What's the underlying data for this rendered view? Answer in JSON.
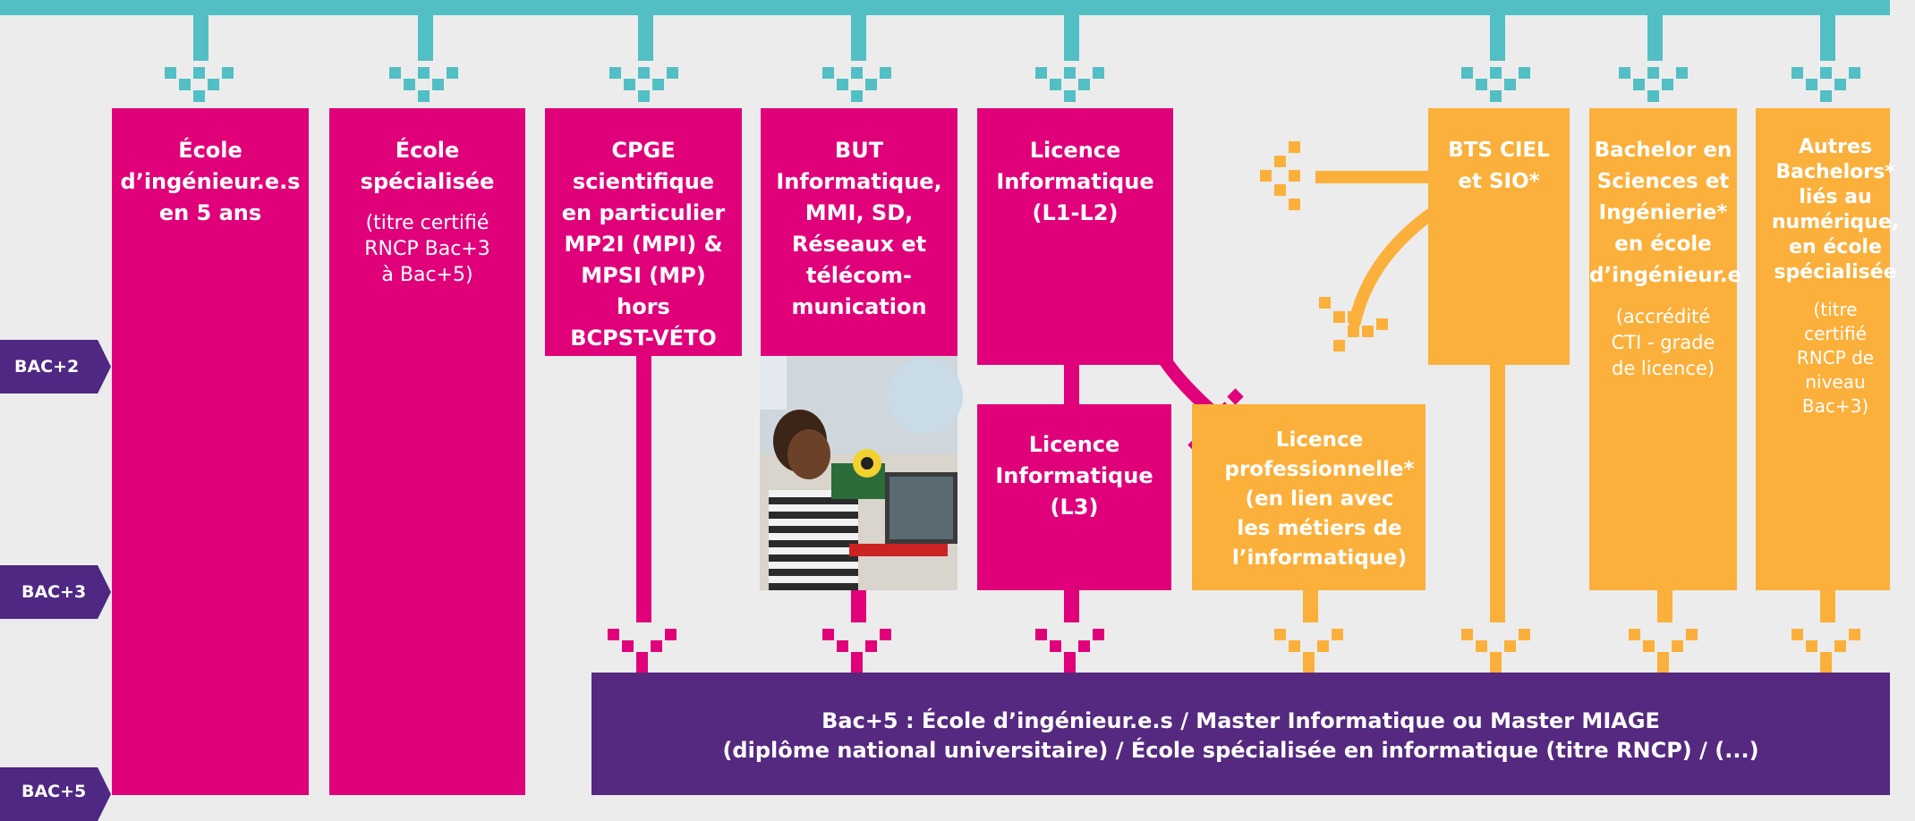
{
  "colors": {
    "teal": "#52bfc5",
    "magenta": "#e0007a",
    "orange": "#fbb03b",
    "purple": "#55297f",
    "background": "#ececec"
  },
  "levels": {
    "bac2": "BAC+2",
    "bac3": "BAC+3",
    "bac5": "BAC+5"
  },
  "boxes": {
    "ecole_inge": {
      "title": "École\nd’ingénieur.e.s\nen 5 ans"
    },
    "ecole_spec": {
      "title": "École\nspécialisée",
      "sub": "(titre certifié\nRNCP Bac+3\nà Bac+5)"
    },
    "cpge": {
      "title": "CPGE\nscientifique\nen particulier\nMP2I (MPI) &\nMPSI (MP)\nhors\nBCPST-VÉTO"
    },
    "but": {
      "title": "BUT\nInformatique,\nMMI, SD,\nRéseaux et\ntélécom-\nmunication"
    },
    "licence12": {
      "title": "Licence\nInformatique\n(L1-L2)"
    },
    "licence3": {
      "title": "Licence\nInformatique\n(L3)"
    },
    "licence_pro": {
      "title": "Licence\nprofessionnelle*\n(en lien avec\nles métiers de\nl’informatique)"
    },
    "bts": {
      "title": "BTS CIEL\net SIO*"
    },
    "bachelor_si": {
      "title": "Bachelor en\nSciences et\nIngénierie*\nen école\nd’ingénieur.e",
      "sub": "(accrédité\nCTI - grade\nde licence)"
    },
    "autres": {
      "title": "Autres\nBachelors*\nliés au\nnumérique,\nen école\nspécialisée",
      "sub": "(titre\ncertifié\nRNCP de\nniveau\nBac+3)"
    }
  },
  "bottom": {
    "line1": "Bac+5 : École d’ingénieur.e.s / Master Informatique ou Master MIAGE",
    "line2": "(diplôme national universitaire) / École spécialisée en informatique (titre RNCP) / (...)"
  }
}
